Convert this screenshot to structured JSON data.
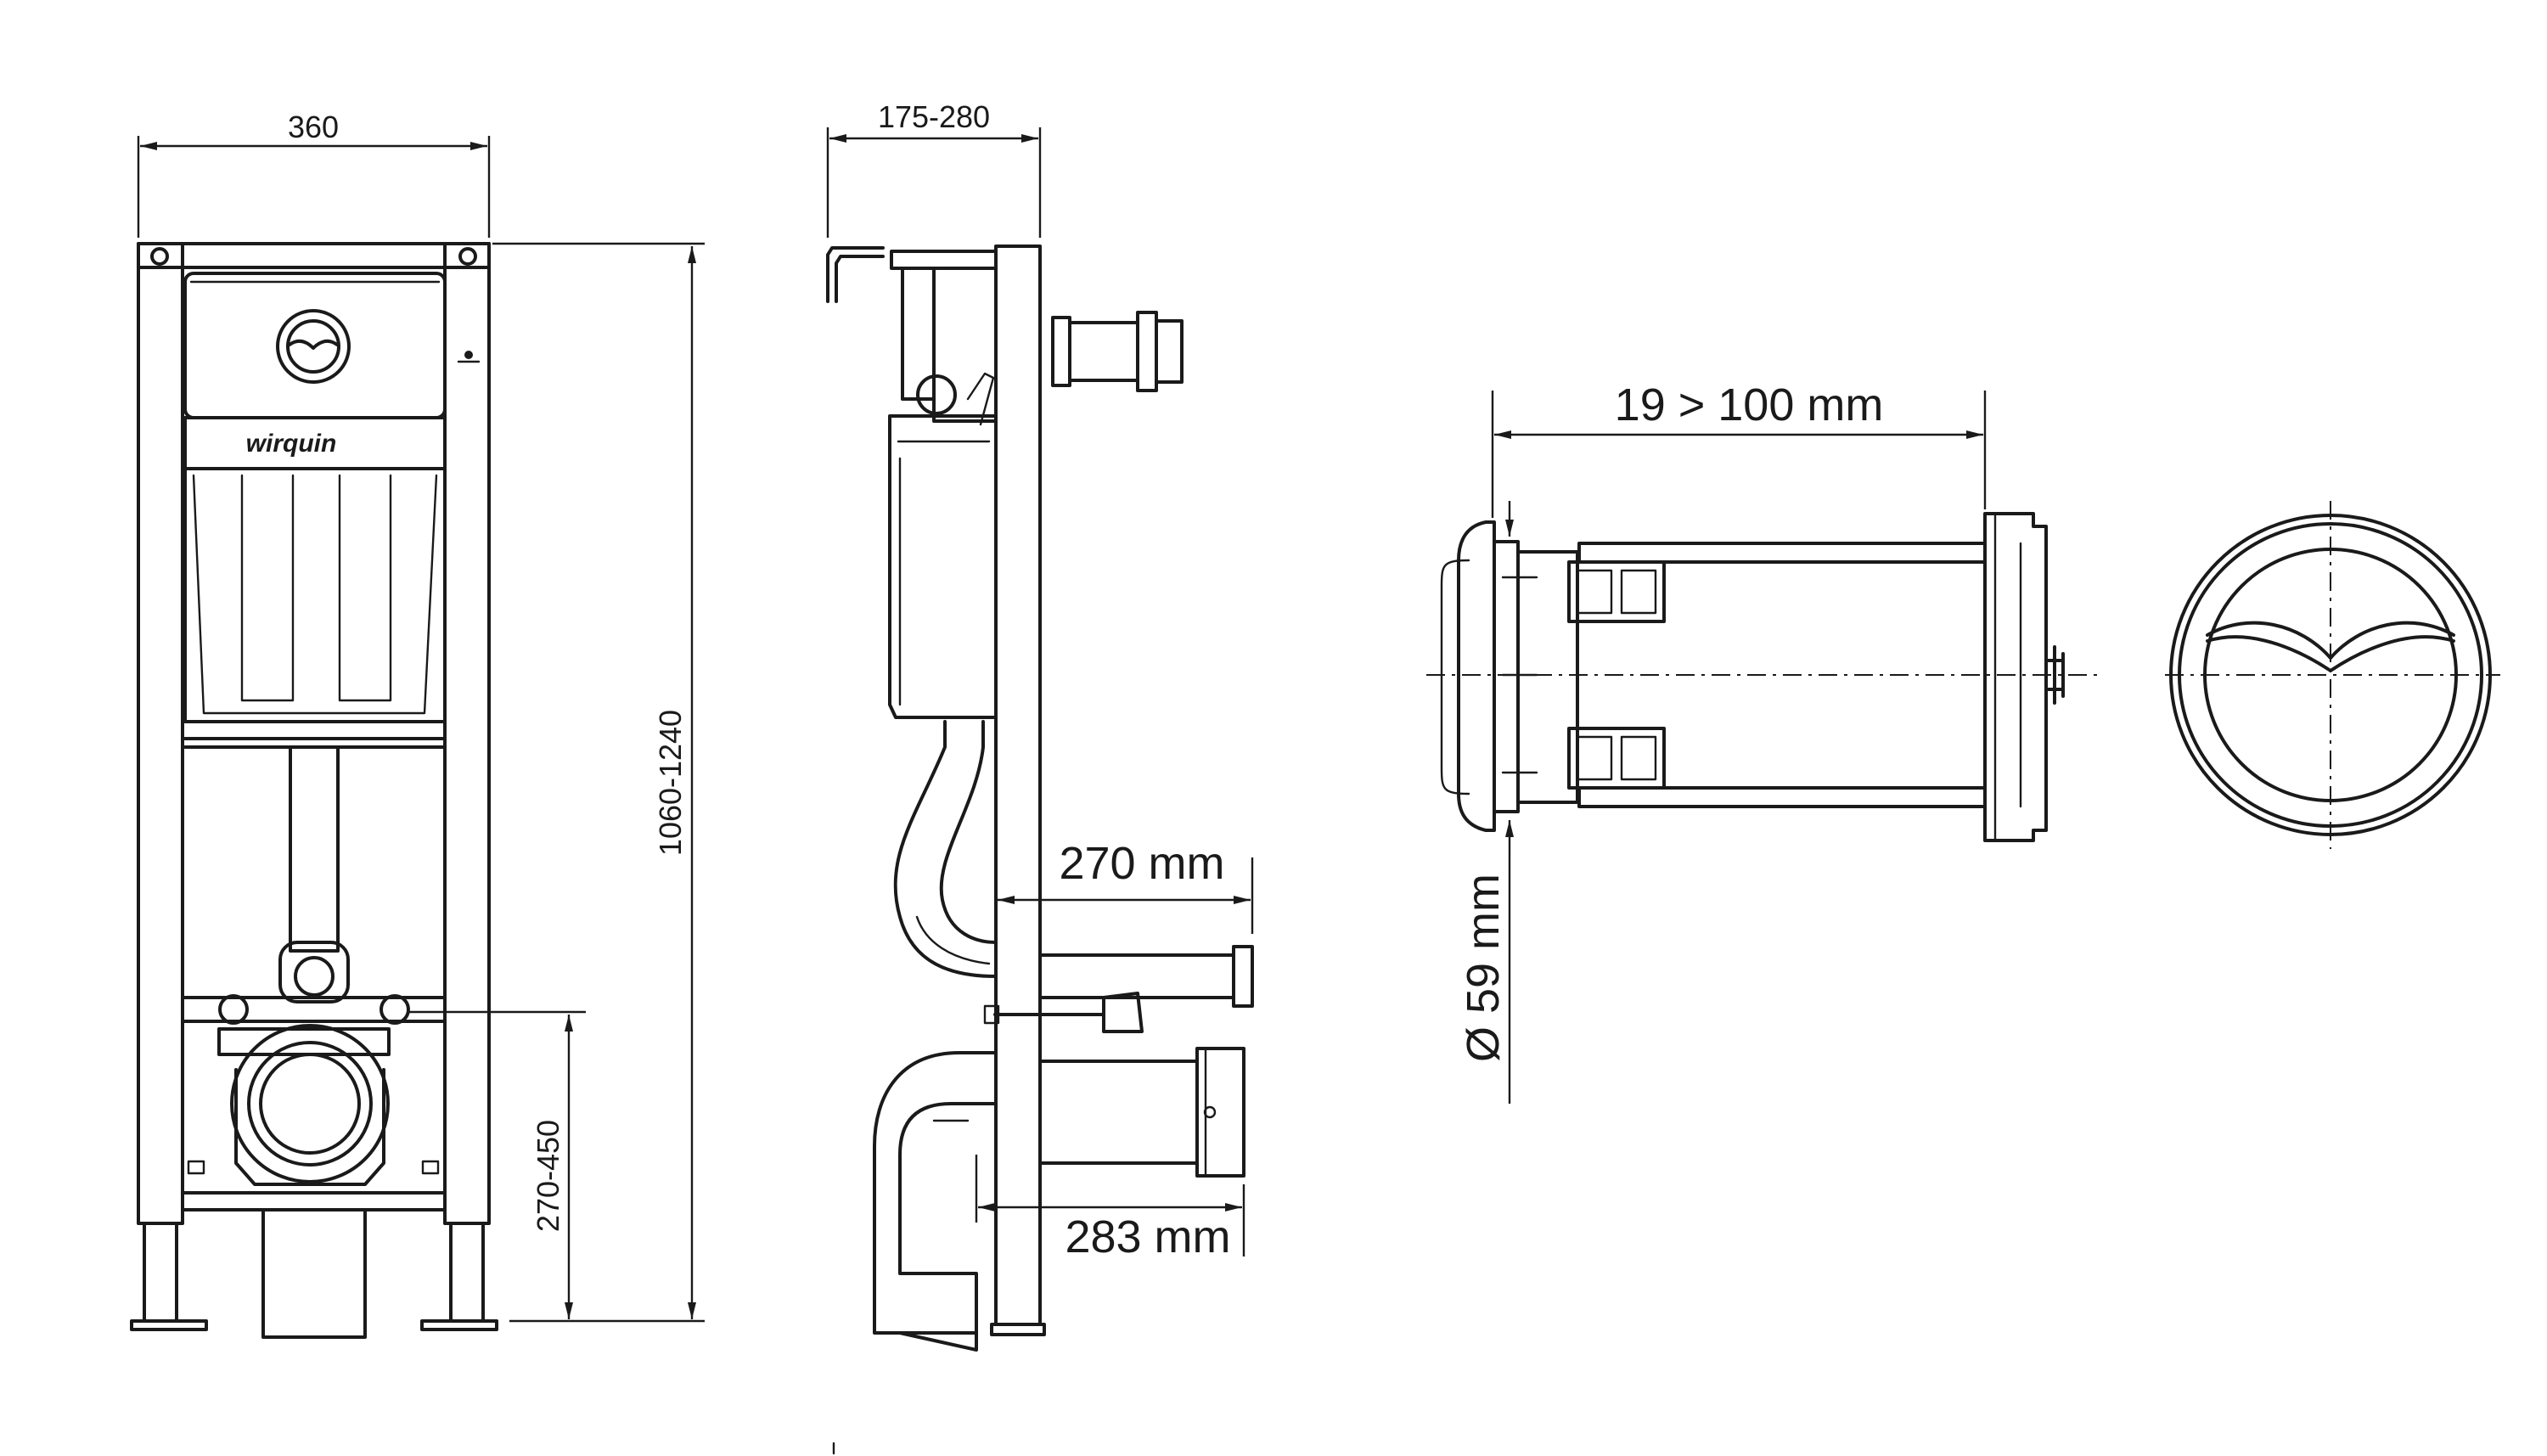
{
  "dimensions": {
    "frame_width": "360",
    "frame_height": "1060-1240",
    "wall_depth": "175-280",
    "drain_height": "270-450",
    "inlet_projection": "270 mm",
    "outlet_projection": "283 mm",
    "button_thickness": "19 > 100 mm",
    "button_diameter": "Ø 59 mm"
  },
  "brand_logo": "wirquin",
  "icons": {
    "flush_button": "dual-flush-button-icon"
  }
}
